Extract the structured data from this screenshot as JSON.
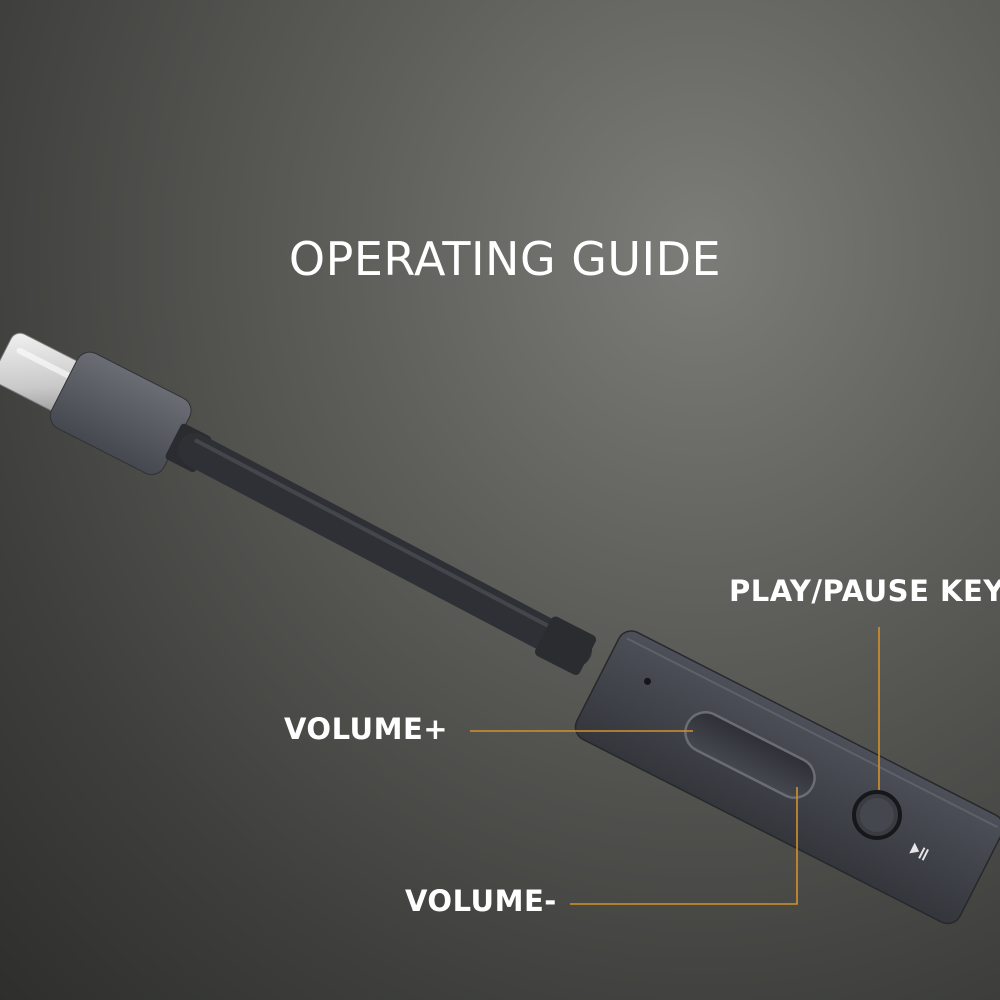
{
  "title": "OPERATING GUIDE",
  "labels": {
    "play_pause": "PLAY/PAUSE KEY",
    "volume_up": "VOLUME+",
    "volume_down": "VOLUME-"
  },
  "colors": {
    "leader_line": "#d4912c",
    "body": "#3c3f47",
    "text": "#ffffff"
  },
  "icons": {
    "play_pause": "play-pause-icon"
  }
}
